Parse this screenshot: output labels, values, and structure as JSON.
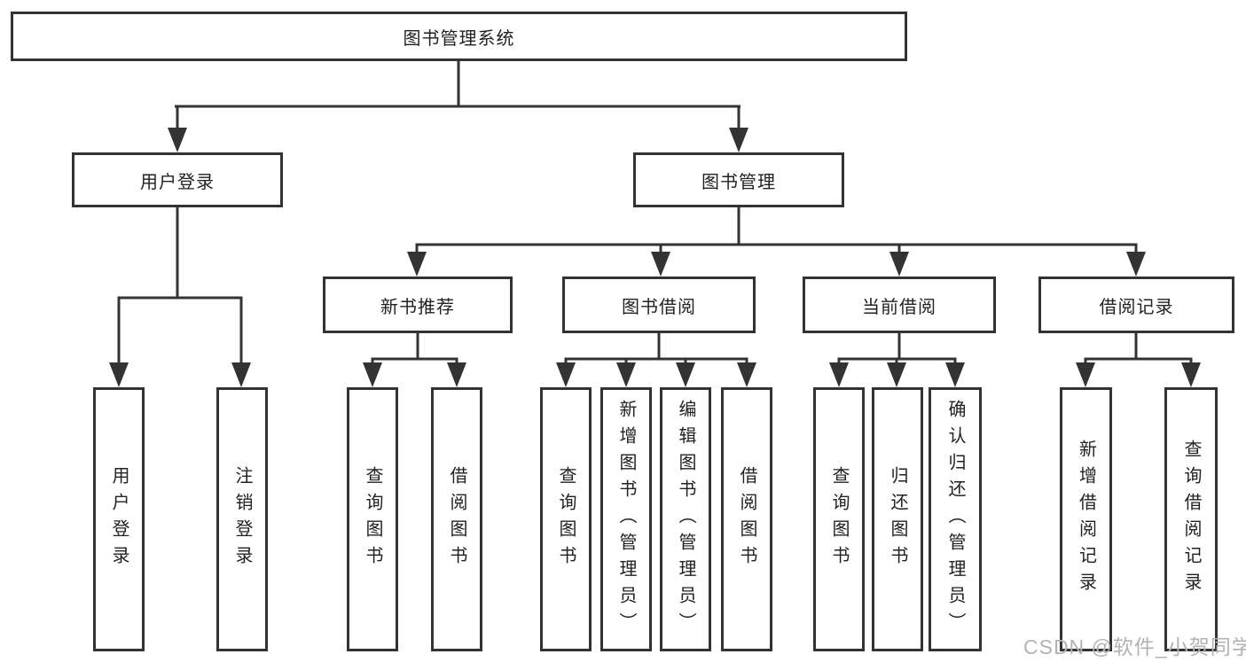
{
  "diagram": {
    "colors": {
      "line": "#333333",
      "text": "#222222",
      "watermark": "#b3b3b3",
      "bg": "#ffffff"
    },
    "root": {
      "label": "图书管理系统"
    },
    "login_branch": {
      "label": "用户登录",
      "children": [
        {
          "label": "用户登录"
        },
        {
          "label": "注销登录"
        }
      ]
    },
    "management_branch": {
      "label": "图书管理",
      "sections": [
        {
          "label": "新书推荐",
          "children": [
            {
              "label": "查询图书"
            },
            {
              "label": "借阅图书"
            }
          ]
        },
        {
          "label": "图书借阅",
          "children": [
            {
              "label": "查询图书"
            },
            {
              "label": "新增图书（管理员）"
            },
            {
              "label": "编辑图书（管理员）"
            },
            {
              "label": "借阅图书"
            }
          ]
        },
        {
          "label": "当前借阅",
          "children": [
            {
              "label": "查询图书"
            },
            {
              "label": "归还图书"
            },
            {
              "label": "确认归还（管理员）"
            }
          ]
        },
        {
          "label": "借阅记录",
          "children": [
            {
              "label": "新增借阅记录"
            },
            {
              "label": "查询借阅记录"
            }
          ]
        }
      ]
    },
    "watermark": "CSDN @软件_小贺同学"
  }
}
